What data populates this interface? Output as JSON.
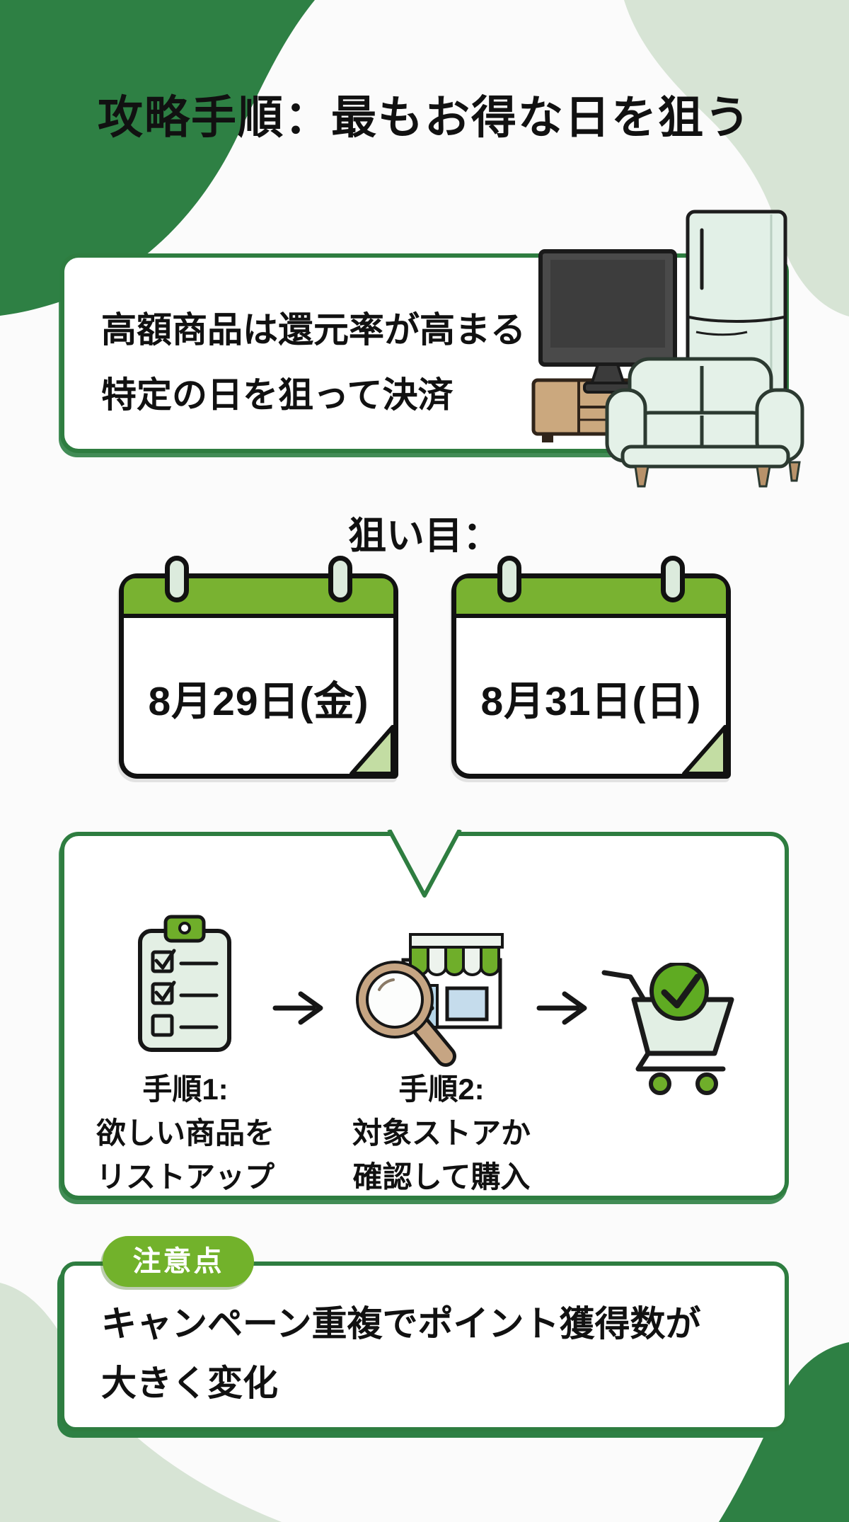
{
  "page": {
    "title": "攻略手順：最もお得な日を狙う",
    "colors": {
      "background": "#FBFBFB",
      "dark_green_blob": "#2E8044",
      "pale_green_blob": "#D7E4D5",
      "box_border_green": "#2E7D40",
      "leaf_green": "#79B231",
      "badge_green": "#72B22B",
      "mint_fill": "#E2EFE4",
      "text": "#111111"
    }
  },
  "highlight_box": {
    "line1": "高額商品は還元率が高まる",
    "line2": "特定の日を狙って決済",
    "illustrations": [
      "tv-illustration",
      "tv-stand-illustration",
      "refrigerator-illustration",
      "sofa-illustration"
    ]
  },
  "target_section": {
    "heading": "狙い目：",
    "calendars": [
      {
        "date": "8月29日(金)"
      },
      {
        "date": "8月31日(日)"
      }
    ]
  },
  "steps_section": {
    "icons": [
      "clipboard-checklist-icon",
      "arrow-right-icon",
      "search-store-icon",
      "arrow-right-icon",
      "cart-check-icon"
    ],
    "step1": {
      "title": "手順1:",
      "line1": "欲しい商品を",
      "line2": "リストアップ"
    },
    "step2": {
      "title": "手順2:",
      "line1": "対象ストアか",
      "line2": "確認して購入"
    }
  },
  "note_section": {
    "badge": "注意点",
    "line1": "キャンペーン重複でポイント獲得数が",
    "line2": "大きく変化"
  }
}
